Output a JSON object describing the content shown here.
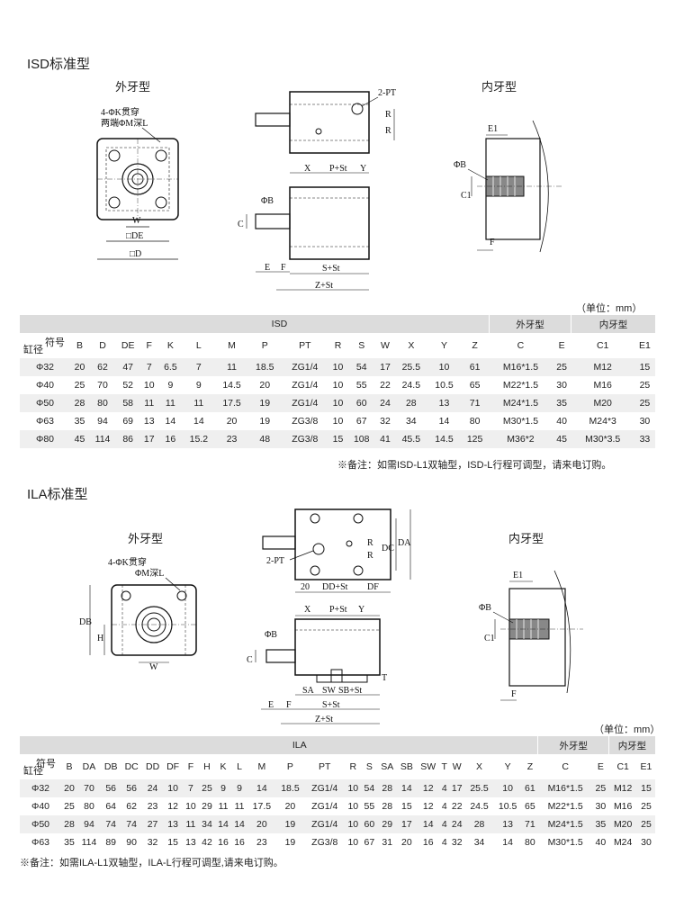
{
  "isd": {
    "title": "ISD标准型",
    "ext_thread_label": "外牙型",
    "int_thread_label": "内牙型",
    "unit": "（单位：mm）",
    "note": "※备注：如需ISD-L1双轴型，ISD-L行程可调型，请来电订购。",
    "drawing_labels": {
      "hole_note_1": "4-ΦK贯穿",
      "hole_note_2": "两端ΦM深L",
      "w": "W",
      "de": "□DE",
      "d": "□D",
      "pt": "2-PT",
      "r1": "R",
      "r2": "R",
      "x": "X",
      "p_st": "P+St",
      "y": "Y",
      "phi_b": "ΦB",
      "c": "C",
      "e": "E",
      "f": "F",
      "s_st": "S+St",
      "z_st": "Z+St",
      "e1": "E1",
      "int_phi_b": "ΦB",
      "c1": "C1",
      "int_f": "F"
    },
    "group_headers": {
      "main": "ISD",
      "ext": "外牙型",
      "int": "内牙型"
    },
    "corner_top": "符号",
    "corner_bottom": "缸径",
    "columns": [
      "B",
      "D",
      "DE",
      "F",
      "K",
      "L",
      "M",
      "P",
      "PT",
      "R",
      "S",
      "W",
      "X",
      "Y",
      "Z",
      "C",
      "E",
      "C1",
      "E1"
    ],
    "rows": [
      [
        "Φ32",
        "20",
        "62",
        "47",
        "7",
        "6.5",
        "7",
        "11",
        "18.5",
        "ZG1/4",
        "10",
        "54",
        "17",
        "25.5",
        "10",
        "61",
        "M16*1.5",
        "25",
        "M12",
        "15"
      ],
      [
        "Φ40",
        "25",
        "70",
        "52",
        "10",
        "9",
        "9",
        "14.5",
        "20",
        "ZG1/4",
        "10",
        "55",
        "22",
        "24.5",
        "10.5",
        "65",
        "M22*1.5",
        "30",
        "M16",
        "25"
      ],
      [
        "Φ50",
        "28",
        "80",
        "58",
        "11",
        "11",
        "11",
        "17.5",
        "19",
        "ZG1/4",
        "10",
        "60",
        "24",
        "28",
        "13",
        "71",
        "M24*1.5",
        "35",
        "M20",
        "25"
      ],
      [
        "Φ63",
        "35",
        "94",
        "69",
        "13",
        "14",
        "14",
        "20",
        "19",
        "ZG3/8",
        "10",
        "67",
        "32",
        "34",
        "14",
        "80",
        "M30*1.5",
        "40",
        "M24*3",
        "30"
      ],
      [
        "Φ80",
        "45",
        "114",
        "86",
        "17",
        "16",
        "15.2",
        "23",
        "48",
        "ZG3/8",
        "15",
        "108",
        "41",
        "45.5",
        "14.5",
        "125",
        "M36*2",
        "45",
        "M30*3.5",
        "33"
      ]
    ]
  },
  "ila": {
    "title": "ILA标准型",
    "ext_thread_label": "外牙型",
    "int_thread_label": "内牙型",
    "unit": "（单位：mm）",
    "note": "※备注：如需ILA-L1双轴型，ILA-L行程可调型,请来电订购。",
    "drawing_labels": {
      "hole_note_1": "4-ΦK贯穿",
      "hole_note_2": "ΦM深L",
      "db": "DB",
      "h": "H",
      "w": "W",
      "pt": "2-PT",
      "r1": "R",
      "r2": "R",
      "dc": "DC",
      "da": "DA",
      "n20": "20",
      "dd_st": "DD+St",
      "df": "DF",
      "x": "X",
      "p_st": "P+St",
      "y": "Y",
      "phi_b": "ΦB",
      "c": "C",
      "t": "T",
      "sa": "SA",
      "sw": "SW",
      "sb_st": "SB+St",
      "e": "E",
      "f": "F",
      "s_st": "S+St",
      "z_st": "Z+St",
      "e1": "E1",
      "int_phi_b": "ΦB",
      "c1": "C1",
      "int_f": "F"
    },
    "group_headers": {
      "main": "ILA",
      "ext": "外牙型",
      "int": "内牙型"
    },
    "corner_top": "符号",
    "corner_bottom": "缸径",
    "columns": [
      "B",
      "DA",
      "DB",
      "DC",
      "DD",
      "DF",
      "F",
      "H",
      "K",
      "L",
      "M",
      "P",
      "PT",
      "R",
      "S",
      "SA",
      "SB",
      "SW",
      "T",
      "W",
      "X",
      "Y",
      "Z",
      "C",
      "E",
      "C1",
      "E1"
    ],
    "rows": [
      [
        "Φ32",
        "20",
        "70",
        "56",
        "56",
        "24",
        "10",
        "7",
        "25",
        "9",
        "9",
        "14",
        "18.5",
        "ZG1/4",
        "10",
        "54",
        "28",
        "14",
        "12",
        "4",
        "17",
        "25.5",
        "10",
        "61",
        "M16*1.5",
        "25",
        "M12",
        "15"
      ],
      [
        "Φ40",
        "25",
        "80",
        "64",
        "62",
        "23",
        "12",
        "10",
        "29",
        "11",
        "11",
        "17.5",
        "20",
        "ZG1/4",
        "10",
        "55",
        "28",
        "15",
        "12",
        "4",
        "22",
        "24.5",
        "10.5",
        "65",
        "M22*1.5",
        "30",
        "M16",
        "25"
      ],
      [
        "Φ50",
        "28",
        "94",
        "74",
        "74",
        "27",
        "13",
        "11",
        "34",
        "14",
        "14",
        "20",
        "19",
        "ZG1/4",
        "10",
        "60",
        "29",
        "17",
        "14",
        "4",
        "24",
        "28",
        "13",
        "71",
        "M24*1.5",
        "35",
        "M20",
        "25"
      ],
      [
        "Φ63",
        "35",
        "114",
        "89",
        "90",
        "32",
        "15",
        "13",
        "42",
        "16",
        "16",
        "23",
        "19",
        "ZG3/8",
        "10",
        "67",
        "31",
        "20",
        "16",
        "4",
        "32",
        "34",
        "14",
        "80",
        "M30*1.5",
        "40",
        "M24",
        "30"
      ]
    ]
  }
}
